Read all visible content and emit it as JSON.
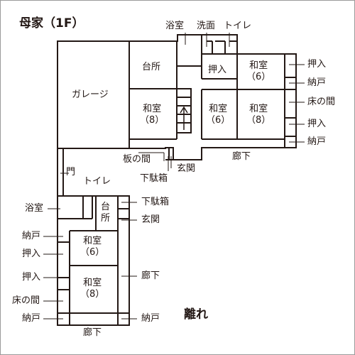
{
  "colors": {
    "line": "#231815",
    "background": "#ffffff",
    "frame": "#9a9a9a"
  },
  "main_house": {
    "title": "母家（1F）",
    "labels": {
      "bath": "浴室",
      "washroom": "洗面",
      "toilet": "トイレ",
      "garage": "ガレージ",
      "kitchen": "台所",
      "closet_top": "押入",
      "washitsu": "和室",
      "size_6": "（6）",
      "size_8": "（8）",
      "oshiire": "押入",
      "nando": "納戸",
      "tokonoma": "床の間",
      "itanoma": "板の間",
      "getabako": "下駄箱",
      "genkan": "玄関",
      "rouka": "廊下",
      "gate": "門"
    }
  },
  "annex": {
    "title": "離れ",
    "labels": {
      "toilet": "トイレ",
      "bath": "浴室",
      "kitchen_top": "台",
      "kitchen_bottom": "所",
      "getabako": "下駄箱",
      "genkan": "玄関",
      "nando": "納戸",
      "oshiire": "押入",
      "washitsu": "和室",
      "size_6": "（6）",
      "size_8": "（8）",
      "rouka": "廊下",
      "tokonoma": "床の間"
    }
  }
}
